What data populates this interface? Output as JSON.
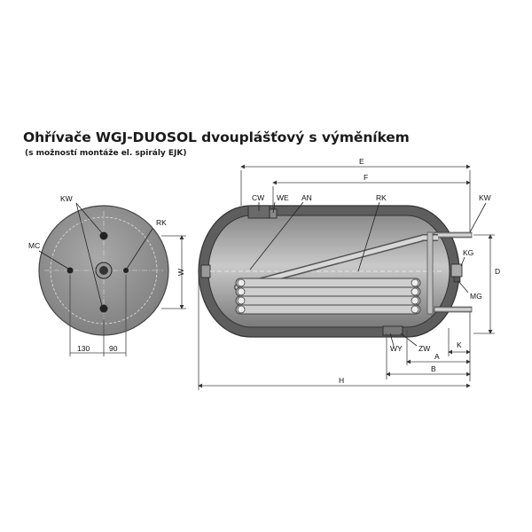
{
  "title": "Ohřívače WGJ-DUOSOL dvouplášťový s výměníkem",
  "subtitle": "(s možností montáže el. spirály EJK)",
  "front_view": {
    "labels": {
      "kw": "KW",
      "rk": "RK",
      "mc": "MC",
      "w": "W"
    },
    "dims": {
      "left": "130",
      "right": "90"
    }
  },
  "side_view": {
    "labels": {
      "cw": "CW",
      "we": "WE",
      "an": "AN",
      "rk": "RK",
      "kw": "KW",
      "kg": "KG",
      "mg": "MG",
      "wy": "WY",
      "zw": "ZW"
    },
    "dims": {
      "e": "E",
      "f": "F",
      "d": "D",
      "a": "A",
      "b": "B",
      "k": "K",
      "h": "H"
    }
  },
  "colors": {
    "tank_body": "#8f8f8f",
    "tank_shell": "#5a5a5a",
    "coil": "#cfcfcf",
    "line": "#333333"
  }
}
